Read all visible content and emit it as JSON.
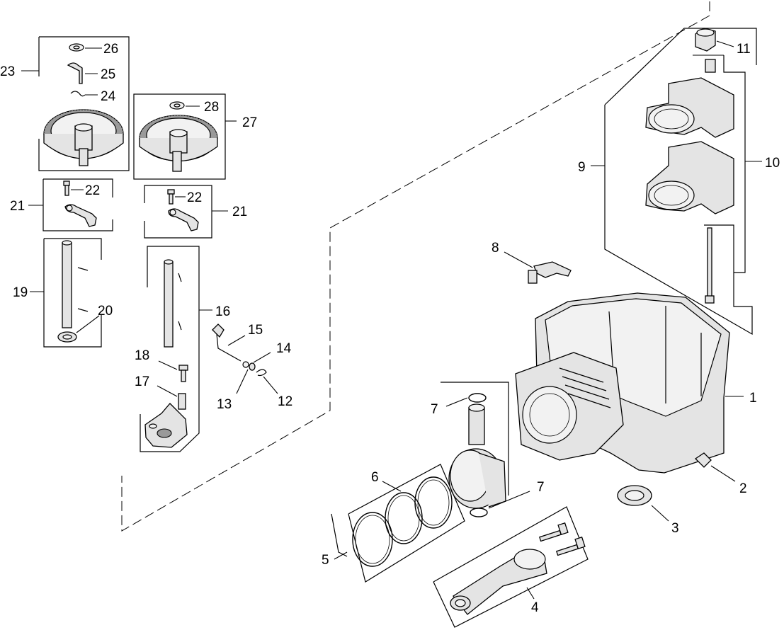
{
  "callouts": {
    "c1": "1",
    "c2": "2",
    "c3": "3",
    "c4": "4",
    "c5": "5",
    "c6": "6",
    "c7a": "7",
    "c7b": "7",
    "c8": "8",
    "c9": "9",
    "c10": "10",
    "c11": "11",
    "c12": "12",
    "c13": "13",
    "c14": "14",
    "c15": "15",
    "c16": "16",
    "c17": "17",
    "c18": "18",
    "c19": "19",
    "c20": "20",
    "c21a": "21",
    "c21b": "21",
    "c22a": "22",
    "c22b": "22",
    "c23": "23",
    "c24": "24",
    "c25": "25",
    "c26": "26",
    "c27": "27",
    "c28": "28"
  }
}
